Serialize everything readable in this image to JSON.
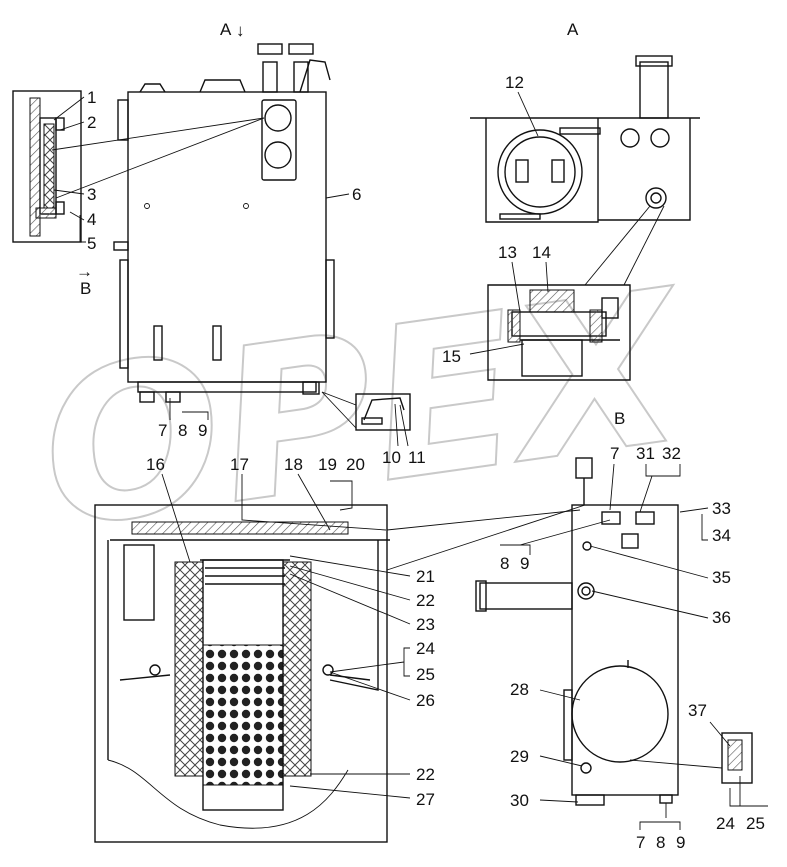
{
  "views": {
    "section_a_arrow": "A",
    "section_a_title": "A",
    "section_b_arrow": "B",
    "section_b_title": "B"
  },
  "callouts": [
    "1",
    "2",
    "3",
    "4",
    "5",
    "6",
    "7",
    "8",
    "9",
    "10",
    "11",
    "12",
    "13",
    "14",
    "15",
    "16",
    "17",
    "18",
    "19",
    "20",
    "21",
    "22",
    "23",
    "24",
    "25",
    "26",
    "27",
    "22",
    "28",
    "29",
    "30",
    "7",
    "8",
    "9",
    "31",
    "32",
    "33",
    "34",
    "35",
    "36",
    "37",
    "24",
    "25",
    "7",
    "8",
    "9"
  ],
  "watermark": "OPEX",
  "colors": {
    "line": "#111111",
    "hatch": "#555555",
    "watermark": "#c9c9c9",
    "background": "#ffffff"
  }
}
